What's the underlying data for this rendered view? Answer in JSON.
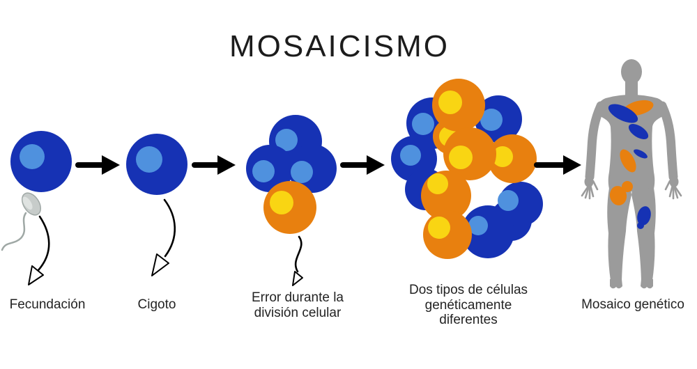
{
  "title": "MOSAICISMO",
  "stages": [
    {
      "name": "fecundacion",
      "lines": [
        "Fecundación"
      ]
    },
    {
      "name": "cigoto",
      "lines": [
        "Cigoto"
      ]
    },
    {
      "name": "error-division-celular",
      "lines": [
        "Error durante la",
        "división celular"
      ]
    },
    {
      "name": "dos-tipos-de-celulas",
      "lines": [
        "Dos tipos de células",
        "genéticamente",
        "diferentes"
      ]
    },
    {
      "name": "mosaico-genetico",
      "lines": [
        "Mosaico genético"
      ]
    }
  ],
  "colors": {
    "cell_blue": "#1632b4",
    "nucleus_blue": "#4f91de",
    "cell_orange": "#e8800f",
    "nucleus_yellow": "#f9d513",
    "body_gray": "#9b9b9b",
    "sperm_gray": "#c7ccca",
    "sperm_outline": "#9fa8a5",
    "arrow_black": "#000000",
    "text_color": "#232323"
  }
}
